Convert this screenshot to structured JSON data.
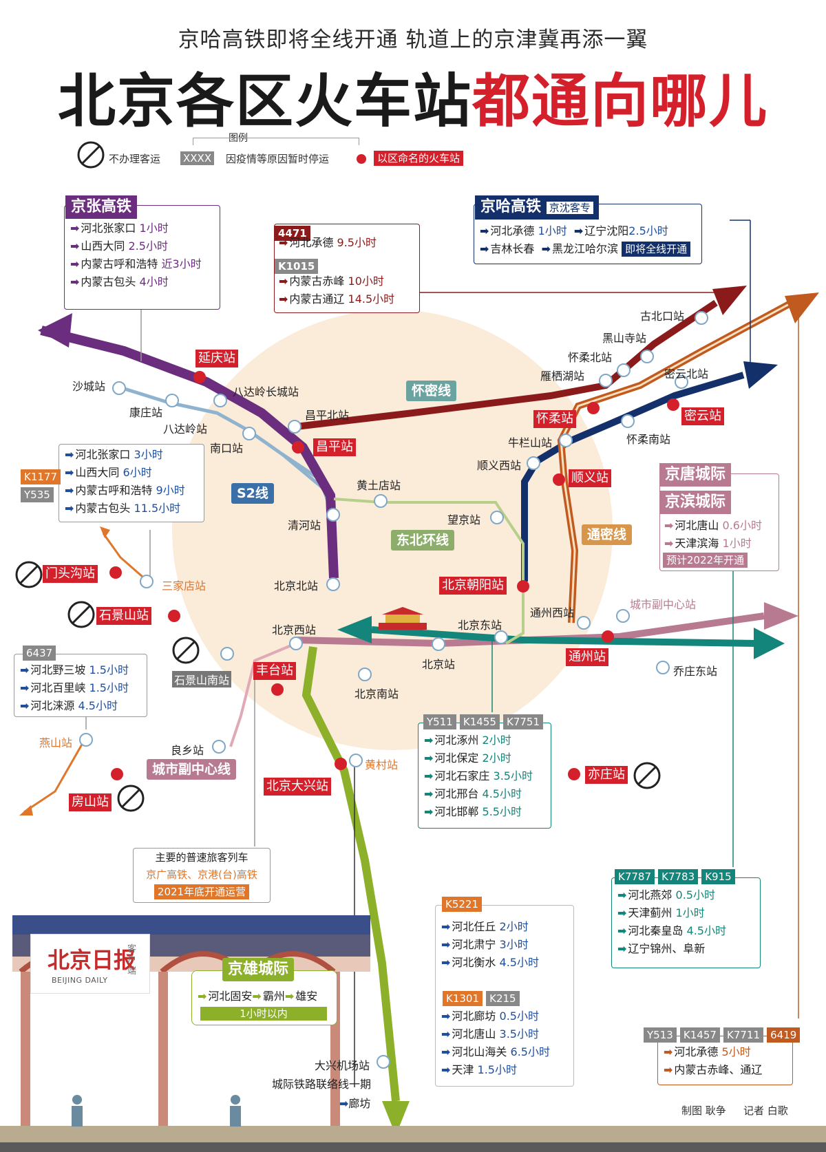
{
  "subtitle": "京哈高铁即将全线开通  轨道上的京津冀再添一翼",
  "title_black": "北京各区火车站",
  "title_red": "都通向哪儿",
  "legend": {
    "title": "图例",
    "no_service": "不办理客运",
    "suspended_sample": "XXXX",
    "suspended": "因疫情等原因暂时停运",
    "district_named": "以区命名的火车站"
  },
  "colors": {
    "purple": "#6b2d7e",
    "darkred": "#8b1a1a",
    "navy": "#14306b",
    "orange": "#c15a1f",
    "teal": "#14857a",
    "olive": "#8cb02a",
    "pink": "#b87a90",
    "lightblue": "#7fa8c8",
    "red": "#d4202b"
  },
  "boxes": {
    "jingzhang": {
      "title": "京张高铁",
      "rows": [
        [
          "河北张家口",
          "1小时"
        ],
        [
          "山西大同",
          "2.5小时"
        ],
        [
          "内蒙古呼和浩特",
          "近3小时"
        ],
        [
          "内蒙古包头",
          "4小时"
        ]
      ]
    },
    "b4471": {
      "code1": "4471",
      "rows1": [
        [
          "河北承德",
          "9.5小时"
        ]
      ],
      "code2": "K1015",
      "rows2": [
        [
          "内蒙古赤峰",
          "10小时"
        ],
        [
          "内蒙古通辽",
          "14.5小时"
        ]
      ]
    },
    "jingha": {
      "title": "京哈高铁",
      "tag": "京沈客专",
      "r1a": "河北承德",
      "r1at": "1小时",
      "r1b": "辽宁沈阳",
      "r1bt": "2.5小时",
      "r2a": "吉林长春",
      "r2b": "黑龙江哈尔滨",
      "r2tag": "即将全线开通"
    },
    "k1177": {
      "code1": "K1177",
      "code2": "Y535",
      "rows": [
        [
          "河北张家口",
          "3小时"
        ],
        [
          "山西大同",
          "6小时"
        ],
        [
          "内蒙古呼和浩特",
          "9小时"
        ],
        [
          "内蒙古包头",
          "11.5小时"
        ]
      ]
    },
    "jingtang": {
      "title1": "京唐城际",
      "title2": "京滨城际",
      "rows": [
        [
          "河北唐山",
          "0.6小时"
        ],
        [
          "天津滨海",
          "1小时"
        ]
      ],
      "note": "预计2022年开通"
    },
    "b6437": {
      "code": "6437",
      "rows": [
        [
          "河北野三坡",
          "1.5小时"
        ],
        [
          "河北百里峡",
          "1.5小时"
        ],
        [
          "河北涞源",
          "4.5小时"
        ]
      ]
    },
    "y511": {
      "codes": [
        "Y511",
        "K1455",
        "K7751"
      ],
      "rows": [
        [
          "河北涿州",
          "2小时"
        ],
        [
          "河北保定",
          "2小时"
        ],
        [
          "河北石家庄",
          "3.5小时"
        ],
        [
          "河北邢台",
          "4.5小时"
        ],
        [
          "河北邯郸",
          "5.5小时"
        ]
      ]
    },
    "k7787": {
      "codes": [
        "K7787",
        "K7783",
        "K915"
      ],
      "rows": [
        [
          "河北燕郊",
          "0.5小时"
        ],
        [
          "天津蓟州",
          "1小时"
        ],
        [
          "河北秦皇岛",
          "4.5小时"
        ],
        [
          "辽宁锦州、阜新",
          ""
        ]
      ]
    },
    "putong": {
      "line1": "主要的普速旅客列车",
      "line2": "京广高铁、京港(台)高铁",
      "line3": "2021年底开通运营"
    },
    "k5221": {
      "code": "K5221",
      "rows": [
        [
          "河北任丘",
          "2小时"
        ],
        [
          "河北肃宁",
          "3小时"
        ],
        [
          "河北衡水",
          "4.5小时"
        ]
      ],
      "code2a": "K1301",
      "code2b": "K215",
      "rows2": [
        [
          "河北廊坊",
          "0.5小时"
        ],
        [
          "河北唐山",
          "3.5小时"
        ],
        [
          "河北山海关",
          "6.5小时"
        ],
        [
          "天津",
          "1.5小时"
        ]
      ]
    },
    "jingxiong": {
      "title": "京雄城际",
      "r1": "河北固安",
      "r2": "霸州",
      "r3": "雄安",
      "note": "1小时以内"
    },
    "y513": {
      "codes": [
        "Y513",
        "K1457",
        "K7711",
        "6419"
      ],
      "rows": [
        [
          "河北承德",
          "5小时"
        ],
        [
          "内蒙古赤峰、通辽",
          ""
        ]
      ]
    }
  },
  "stations": {
    "gubeikou": "古北口站",
    "heishansi": "黑山寺站",
    "huairoubei": "怀柔北站",
    "yanqihu": "雁栖湖站",
    "miyunbei": "密云北站",
    "shacheng": "沙城站",
    "kangzhuang": "康庄站",
    "badaling_cc": "八达岭长城站",
    "badaling": "八达岭站",
    "nankou": "南口站",
    "changpingbei": "昌平北站",
    "niulanshan": "牛栏山站",
    "huairounan": "怀柔南站",
    "shunyixi": "顺义西站",
    "huangtudian": "黄土店站",
    "wangjing": "望京站",
    "qinghe": "清河站",
    "beijingbei": "北京北站",
    "sanjiadian": "三家店站",
    "beijingxi": "北京西站",
    "beijingdong": "北京东站",
    "beijing": "北京站",
    "tongzhouxi": "通州西站",
    "fuzhongxin": "城市副中心站",
    "qiaozhuangdong": "乔庄东站",
    "shijingshannan": "石景山南站",
    "beijingnan": "北京南站",
    "liangxiang": "良乡站",
    "yanshan": "燕山站",
    "huangcun": "黄村站",
    "daxing_airport": "大兴机场站",
    "connect_line": "城际铁路联络线一期",
    "langfang": "廊坊"
  },
  "red_stations": {
    "yanqing": "延庆站",
    "changping": "昌平站",
    "huairou": "怀柔站",
    "miyun": "密云站",
    "shunyi": "顺义站",
    "chaoyang": "北京朝阳站",
    "mentougou": "门头沟站",
    "shijingshan": "石景山站",
    "fengtai": "丰台站",
    "tongzhou": "通州站",
    "daxing": "北京大兴站",
    "yizhuang": "亦庄站",
    "fangshan": "房山站"
  },
  "lines": {
    "huaimi": "怀密线",
    "s2": "S2线",
    "dongbei": "东北环线",
    "tongmi": "通密线",
    "fuzhongxin_line": "城市副中心线"
  },
  "brand": {
    "name": "北京日报",
    "sub": "客户端",
    "en": "BEIJING DAILY"
  },
  "credit": {
    "a": "制图 耿争",
    "b": "记者 白歌"
  }
}
